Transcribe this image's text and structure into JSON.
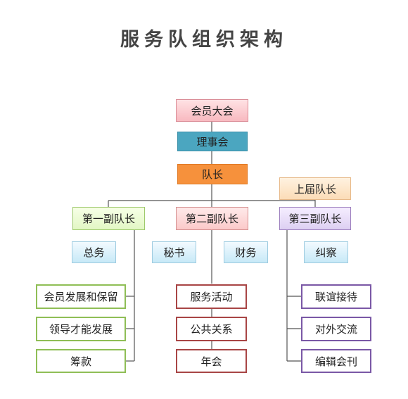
{
  "title": "服务队组织架构",
  "top": {
    "assembly": "会员大会",
    "council": "理事会",
    "captain": "队长",
    "former_captain": "上届队长"
  },
  "vice_captains": {
    "first": "第一副队长",
    "second": "第二副队长",
    "third": "第三副队长"
  },
  "small_roles": {
    "general_affairs": "总务",
    "secretary": "秘书",
    "finance": "财务",
    "inspection": "纠察"
  },
  "first_dept": [
    "会员发展和保留",
    "领导才能发展",
    "筹款"
  ],
  "second_dept": [
    "服务活动",
    "公共关系",
    "年会"
  ],
  "third_dept": [
    "联谊接待",
    "对外交流",
    "编辑会刊"
  ],
  "colors": {
    "teal": "#4ba6c0",
    "orange": "#f6913c",
    "green_border": "#8fbe56",
    "red_border": "#a84545",
    "purple_border": "#7a58a6"
  }
}
